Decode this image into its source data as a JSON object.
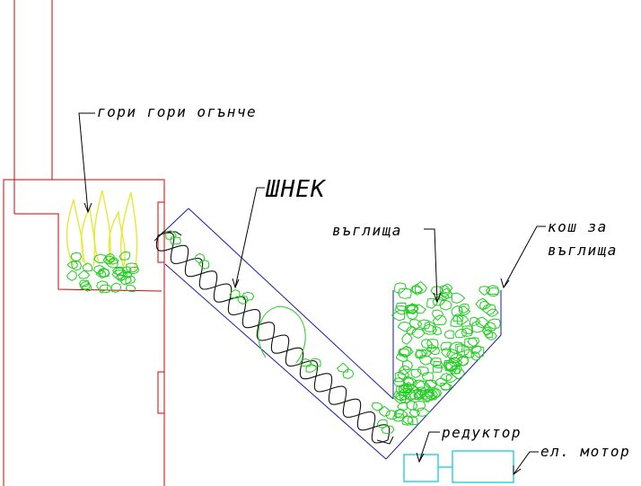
{
  "labels": {
    "fire": "гори гори огънче",
    "auger": "ШНЕК",
    "coal": "въглища",
    "hopper_line1": "кош за",
    "hopper_line2": "въглища",
    "gearbox": "редуктор",
    "motor": "ел. мотор"
  },
  "colors": {
    "stove": "#d40000",
    "tube": "#1a1aa6",
    "drive": "#00c8d8",
    "flame": "#e8e832",
    "coal": "#22cc22",
    "auger": "#111111"
  }
}
